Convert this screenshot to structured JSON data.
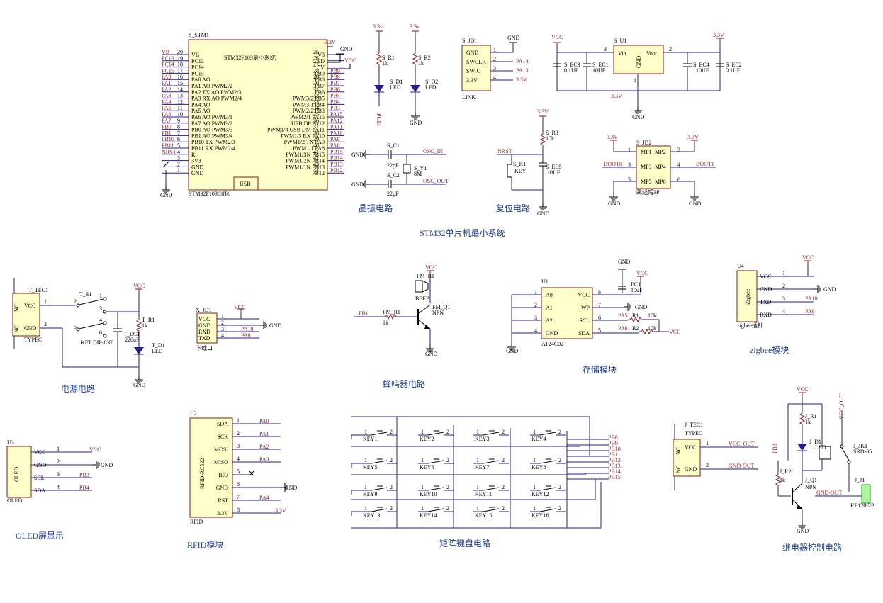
{
  "sections": {
    "crystal": "晶振电路",
    "reset": "复位电路",
    "stm32_min": "STM32单片机最小系统",
    "power": "电源电路",
    "buzzer": "蜂鸣器电路",
    "storage": "存储模块",
    "zigbee": "zigbee模块",
    "oled": "OLED屏显示",
    "rfid": "RFID模块",
    "keypad": "矩阵键盘电路",
    "relay": "继电器控制电路"
  },
  "mcu": {
    "ref": "S_STM1",
    "title": "STM32F103最小系统",
    "part": "STM32F103C8T6",
    "usb": "USB",
    "left_pins": [
      {
        "net": "VB",
        "n": "20",
        "name": "VB"
      },
      {
        "net": "PC13",
        "n": "19",
        "name": "PC13"
      },
      {
        "net": "PC14",
        "n": "18",
        "name": "PC14"
      },
      {
        "net": "PC15",
        "n": "17",
        "name": "PC15"
      },
      {
        "net": "PA0",
        "n": "16",
        "name": "PA0 AO"
      },
      {
        "net": "PA1",
        "n": "15",
        "name": "PA1 AO PWM2/2"
      },
      {
        "net": "PA2",
        "n": "14",
        "name": "PA2 TX AO PWM2/3"
      },
      {
        "net": "PA3",
        "n": "13",
        "name": "PA3 RX AO PWM2/4"
      },
      {
        "net": "PA4",
        "n": "12",
        "name": "PA4 AO"
      },
      {
        "net": "PA5",
        "n": "11",
        "name": "PA5 AO"
      },
      {
        "net": "PA6",
        "n": "10",
        "name": "PA6 AO PWM3/1"
      },
      {
        "net": "PA7",
        "n": "9",
        "name": "PA7 AO PWM3/2"
      },
      {
        "net": "PB0",
        "n": "8",
        "name": "PB0 AO PWM3/3"
      },
      {
        "net": "PB1",
        "n": "7",
        "name": "PB1 AO PWM3/4"
      },
      {
        "net": "PB10",
        "n": "6",
        "name": "PB10 TX PWM2/3"
      },
      {
        "net": "PB11",
        "n": "5",
        "name": "PB11 RX PWM2/4"
      },
      {
        "net": "NRST",
        "n": "4",
        "name": "R"
      },
      {
        "net": "",
        "n": "3",
        "name": "3V3"
      },
      {
        "net": "",
        "n": "2",
        "name": "GND"
      },
      {
        "net": "",
        "n": "1",
        "name": "GND"
      }
    ],
    "right_pins": [
      {
        "net": "",
        "n": "25",
        "name": "3V3"
      },
      {
        "net": "",
        "n": "26",
        "name": "GND"
      },
      {
        "net": "",
        "n": "27",
        "name": "5V"
      },
      {
        "net": "PB9",
        "n": "28",
        "name": "PB9"
      },
      {
        "net": "PB8",
        "n": "29",
        "name": "PB8"
      },
      {
        "net": "PB7",
        "n": "30",
        "name": "PB7"
      },
      {
        "net": "PB6",
        "n": "31",
        "name": "PB6"
      },
      {
        "net": "PB5",
        "n": "32",
        "name": "PWM3/2 PB5"
      },
      {
        "net": "PB4",
        "n": "33",
        "name": "PWM3/1 PB4"
      },
      {
        "net": "PB3",
        "n": "34",
        "name": "PWM2/2 PB3"
      },
      {
        "net": "PA15",
        "n": "35",
        "name": "PWM2/1 PA15"
      },
      {
        "net": "PA12",
        "n": "36",
        "name": "USB DP PA12"
      },
      {
        "net": "PA11",
        "n": "37",
        "name": "PWM1/4 USB DM PA11"
      },
      {
        "net": "PA10",
        "n": "38",
        "name": "PWM1/3 RX PA10"
      },
      {
        "net": "PA9",
        "n": "39",
        "name": "PWM1/2 TX PA9"
      },
      {
        "net": "PA8",
        "n": "40",
        "name": "PWM1/1 PA8"
      },
      {
        "net": "PB15",
        "n": "41",
        "name": "PWM1/3N PB15"
      },
      {
        "net": "PB14",
        "n": "42",
        "name": "PWM1/2N PB14"
      },
      {
        "net": "PB13",
        "n": "43",
        "name": "PWM1/1N PB13"
      },
      {
        "net": "PB12",
        "n": "44",
        "name": "PB12"
      }
    ],
    "p3v3": "3.3V",
    "pvcc": "VCC",
    "gnd": "GND"
  },
  "leds": {
    "r1": "S_R1",
    "r1v": "1k",
    "d1": "S_D1",
    "d1v": "LED",
    "d1net": "PC13",
    "r2": "S_R2",
    "r2v": "1k",
    "d2": "S_D2",
    "d2v": "LED",
    "v1": "3.3v",
    "v2": "3.3v",
    "gnd": "GND"
  },
  "link": {
    "ref": "S_JD1",
    "part": "LINK",
    "pins": [
      "GND",
      "SWCLK",
      "SWIO",
      "3.3V"
    ],
    "nums": [
      "1",
      "2",
      "3",
      "4"
    ],
    "nets": [
      "GND",
      "PA14",
      "PA13",
      "3.3V"
    ]
  },
  "regulator": {
    "ref": "S_U1",
    "vin": "Vin",
    "vout": "Vout",
    "gnd": "GND",
    "pin3": "3",
    "pin2": "2",
    "pin1": "1",
    "vcc": "VCC",
    "v33": "3.3V",
    "v33b": "3.3V",
    "gndlbl": "GND",
    "ec3": "S_EC3",
    "ec3v": "0.1UF",
    "ec1": "S_EC1",
    "ec1v": "10UF",
    "ec4": "S_EC4",
    "ec4v": "10UF",
    "ec2": "S_EC2",
    "ec2v": "0.1UF"
  },
  "crystal": {
    "c1": "S_C1",
    "c1v": "22pF",
    "c2": "S_C2",
    "c2v": "22pF",
    "y1": "S_Y1",
    "y1v": "8M",
    "osc_in": "OSC_IN",
    "osc_out": "OSC_OUT",
    "gnd": "GND"
  },
  "reset": {
    "nrst": "NRST",
    "r3": "S_R3",
    "r3v": "10k",
    "k1": "S_K1",
    "k1v": "KEY",
    "ec5": "S_EC5",
    "ec5v": "10UF",
    "v33": "3.3V",
    "gnd": "GND"
  },
  "boot": {
    "ref": "S_JD2",
    "part": "跳线帽3P",
    "pins": [
      "MP1",
      "MP2",
      "MP3",
      "MP4",
      "MP5",
      "MP6"
    ],
    "nums": [
      "1",
      "2",
      "3",
      "4",
      "5",
      "6"
    ],
    "boot0": "BOOT0",
    "boot1": "BOOT1",
    "v33a": "3.3V",
    "v33b": "3.3V",
    "gnd": "GND"
  },
  "power": {
    "ref": "T_TEC1",
    "part": "TYPEC",
    "nc": "NC",
    "vcc": "VCC",
    "gnd": "GND",
    "p1": "1",
    "p2": "2",
    "sw": "T_S1",
    "swpart": "KFT DIP-8X8",
    "swn": [
      "1",
      "2",
      "3",
      "4",
      "5",
      "6"
    ],
    "ec": "T_EC1",
    "ecv": "220uF",
    "r1": "T_R1",
    "r1v": "1k",
    "d1": "T_D1",
    "d1v": "LED",
    "vcclbl": "VCC",
    "gndlbl": "GND"
  },
  "download": {
    "ref": "X_JD1",
    "part": "下载口",
    "pins": [
      "VCC",
      "GND",
      "RXD",
      "TXD"
    ],
    "nums": [
      "1",
      "2",
      "3",
      "4"
    ],
    "nets": [
      "VCC",
      "GND",
      "PA10",
      "PA9"
    ]
  },
  "buzzer": {
    "b1": "FM_B1",
    "b1v": "BEEP",
    "q1": "FM_Q1",
    "q1v": "NPN",
    "r1": "FM_R1",
    "r1v": "1k",
    "pb1": "PB1",
    "vcc": "VCC",
    "gnd": "GND"
  },
  "eeprom": {
    "ref": "U1",
    "part": "AT24C02",
    "left": [
      "A0",
      "A1",
      "A2",
      "GND"
    ],
    "lnums": [
      "1",
      "2",
      "3",
      "4"
    ],
    "right": [
      "VCC",
      "WP",
      "SCL",
      "SDA"
    ],
    "rnums": [
      "8",
      "7",
      "6",
      "5"
    ],
    "ec": "EC1",
    "ecv": "10uF",
    "r1": "R1",
    "r1v": "10k",
    "r2": "R2",
    "r2v": "10k",
    "pa5": "PA5",
    "pa6": "PA6",
    "vcc": "VCC",
    "gnd": "GND"
  },
  "zigbee": {
    "ref": "U4",
    "part": "zigbee插针",
    "body": "Zigbee",
    "pins": [
      "VCC",
      "GND",
      "TXD",
      "RXD"
    ],
    "nums": [
      "1",
      "2",
      "3",
      "4"
    ],
    "nets": [
      "VCC",
      "GND",
      "PA10",
      "PA9"
    ]
  },
  "oled": {
    "ref": "U3",
    "part": "OLED",
    "body": "OLED",
    "pins": [
      "VCC",
      "GND",
      "SCL",
      "SDA"
    ],
    "nums": [
      "1",
      "2",
      "3",
      "4"
    ],
    "nets": [
      "VCC",
      "GND",
      "PB3",
      "PB4"
    ]
  },
  "rfid": {
    "ref": "U2",
    "part": "RFID",
    "body": "RFID-RC522",
    "pins": [
      "SDA",
      "SCK",
      "MOSI",
      "MISO",
      "IRQ",
      "GND",
      "RST",
      "3.3V"
    ],
    "nums": [
      "1",
      "2",
      "3",
      "4",
      "5",
      "6",
      "7",
      "8"
    ],
    "nets": [
      "PA0",
      "PA1",
      "PA2",
      "PA3",
      "",
      "GND",
      "PA4",
      "3.3V"
    ]
  },
  "keypad": {
    "keys": [
      "KEY1",
      "KEY2",
      "KEY3",
      "KEY4",
      "KEY5",
      "KEY6",
      "KEY7",
      "KEY8",
      "KEY9",
      "KEY10",
      "KEY11",
      "KEY12",
      "KEY13",
      "KEY14",
      "KEY15",
      "KEY16"
    ],
    "nets": [
      "PB8",
      "PB9",
      "PB10",
      "PB11",
      "PB12",
      "PB13",
      "PB14",
      "PB15"
    ],
    "n1": "1",
    "n2": "2"
  },
  "typec2": {
    "ref": "J_TEC1",
    "part": "TYPEC",
    "nc": "NC",
    "vcc": "VCC",
    "gnd": "GND",
    "p1": "1",
    "p2": "2",
    "out1": "VCC_OUT",
    "out2": "GND-OUT"
  },
  "relay": {
    "vcc": "VCC",
    "r1": "J_R1",
    "r1v": "1k",
    "d1": "J_D1",
    "d1v": "LED",
    "r2": "J_R2",
    "r2v": "1k",
    "q1": "J_Q1",
    "q1v": "NPN",
    "pb0": "PB0",
    "k1": "J_JK1",
    "k1v": "SRD-05",
    "j1": "J_J1",
    "j1v": "KF128-2P",
    "vccout": "VCC_OUT",
    "gndout": "GND-OUT",
    "gnd": "GND"
  }
}
